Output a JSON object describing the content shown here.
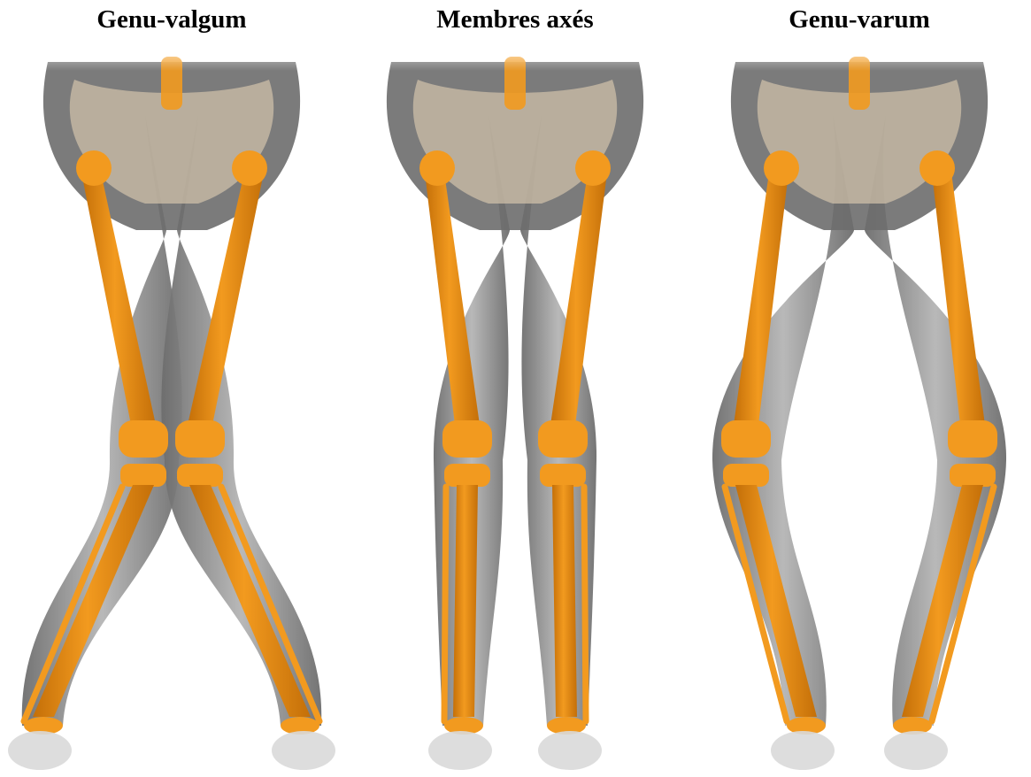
{
  "figure": {
    "panels": [
      {
        "id": "valgum",
        "label": "Genu-valgum"
      },
      {
        "id": "axes",
        "label": "Membres axés"
      },
      {
        "id": "varum",
        "label": "Genu-varum"
      }
    ],
    "colors": {
      "bone": "#f29a1f",
      "bone_dark": "#c46f08",
      "soft_tissue": "#6d6d6d",
      "soft_tissue_light": "#b5b5b5",
      "pelvis": "#cdbfa8",
      "foot": "#d9d9d9",
      "background": "#ffffff"
    }
  }
}
